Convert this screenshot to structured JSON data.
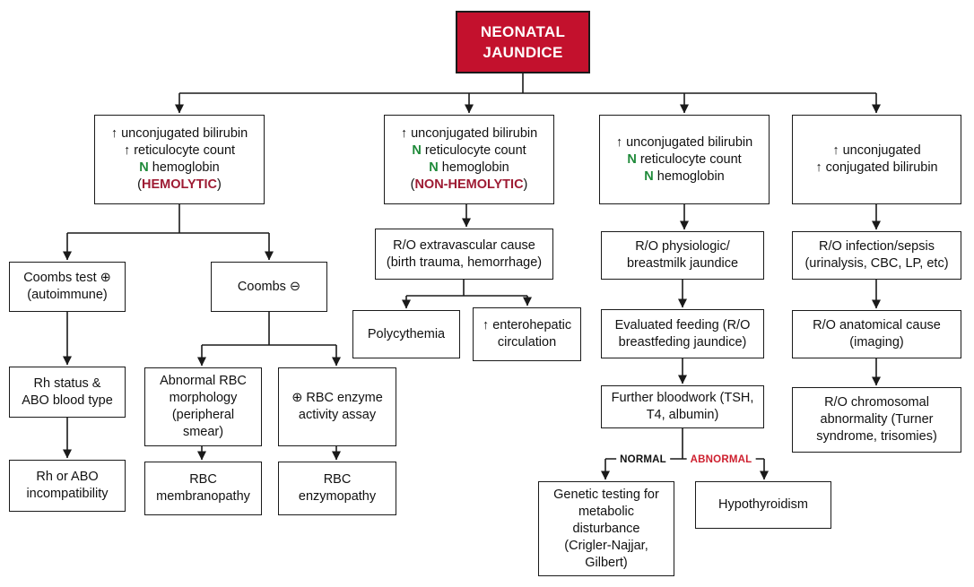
{
  "colors": {
    "banner_red": "#c3112d",
    "maroon": "#9e1b33",
    "green": "#1f8a3a",
    "alert_red": "#ce1f2e",
    "line_black": "#1a1a1a"
  },
  "banner": {
    "line1": "NEONATAL",
    "line2": "JAUNDICE"
  },
  "connector_labels": {
    "normal": "NORMAL",
    "abnormal": "ABNORMAL"
  },
  "nodes": {
    "hemolytic_criteria": {
      "l1": "↑ unconjugated bilirubin",
      "l2": "↑ reticulocyte count",
      "l3_marker": "N",
      "l3_text": " hemoglobin",
      "l4_open": "(",
      "l4_word": "HEMOLYTIC",
      "l4_close": ")"
    },
    "nonhemolytic_criteria": {
      "l1": "↑ unconjugated bilirubin",
      "l2_marker": "N",
      "l2_text": " reticulocyte count",
      "l3_marker": "N",
      "l3_text": " hemoglobin",
      "l4_open": "(",
      "l4_word": "NON-HEMOLYTIC",
      "l4_close": ")"
    },
    "physiologic_criteria": {
      "l1": "↑ unconjugated bilirubin",
      "l2_marker": "N",
      "l2_text": " reticulocyte count",
      "l3_marker": "N",
      "l3_text": " hemoglobin"
    },
    "conjugated_criteria": {
      "l1": "↑ unconjugated",
      "l2": "↑ conjugated bilirubin"
    },
    "coombs_positive": {
      "l1": "Coombs test ⊕",
      "l2": "(autoimmune)"
    },
    "coombs_negative": {
      "l1": "Coombs ⊖"
    },
    "rh_status": {
      "l1": "Rh status &",
      "l2": "ABO blood type"
    },
    "rh_abo_incompatibility": {
      "l1": "Rh or ABO",
      "l2": "incompatibility"
    },
    "abnormal_rbc_morphology": {
      "l1": "Abnormal RBC",
      "l2": "morphology",
      "l3": "(peripheral",
      "l4": "smear)"
    },
    "rbc_enzyme_assay": {
      "l1": "⊕ RBC enzyme",
      "l2": "activity assay"
    },
    "rbc_membranopathy": {
      "l1": "RBC",
      "l2": "membranopathy"
    },
    "rbc_enzymopathy": {
      "l1": "RBC",
      "l2": "enzymopathy"
    },
    "extravascular_cause": {
      "l1": "R/O extravascular cause",
      "l2": "(birth trauma, hemorrhage)"
    },
    "polycythemia": {
      "l1": "Polycythemia"
    },
    "enterohepatic_circulation": {
      "l1": "↑ enterohepatic",
      "l2": "circulation"
    },
    "physiologic_breastmilk": {
      "l1": "R/O physiologic/",
      "l2": "breastmilk jaundice"
    },
    "evaluated_feeding": {
      "l1": "Evaluated feeding (R/O",
      "l2": "breastfeding jaundice)"
    },
    "further_bloodwork": {
      "l1": "Further bloodwork (TSH,",
      "l2": "T4, albumin)"
    },
    "genetic_testing": {
      "l1": "Genetic testing for",
      "l2": "metabolic",
      "l3": "disturbance",
      "l4": "(Crigler-Najjar,",
      "l5": "Gilbert)"
    },
    "hypothyroidism": {
      "l1": "Hypothyroidism"
    },
    "infection_sepsis": {
      "l1": "R/O infection/sepsis",
      "l2": "(urinalysis, CBC, LP, etc)"
    },
    "anatomical_cause": {
      "l1": "R/O anatomical cause",
      "l2": "(imaging)"
    },
    "chromosomal_abnormality": {
      "l1": "R/O chromosomal",
      "l2": "abnormality (Turner",
      "l3": "syndrome, trisomies)"
    }
  }
}
